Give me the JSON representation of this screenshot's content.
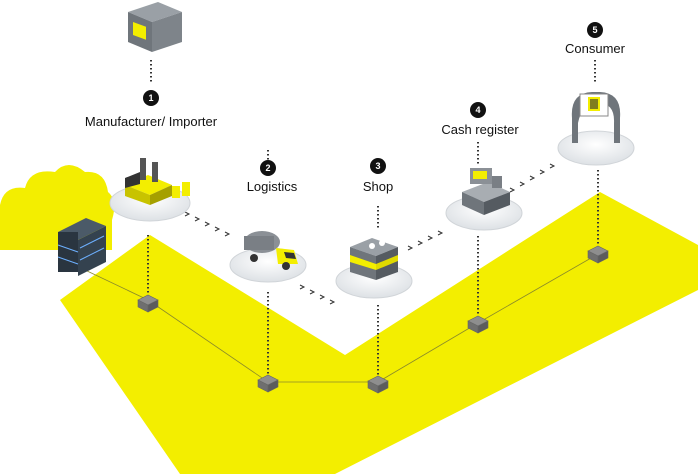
{
  "steps": [
    {
      "number": "1",
      "label": "Manufacturer/ Importer",
      "icon": "factory-icon"
    },
    {
      "number": "2",
      "label": "Logistics",
      "icon": "tanker-truck-icon"
    },
    {
      "number": "3",
      "label": "Shop",
      "icon": "shop-icon"
    },
    {
      "number": "4",
      "label": "Cash register",
      "icon": "cash-register-icon"
    },
    {
      "number": "5",
      "label": "Consumer",
      "icon": "smartphone-qr-icon"
    }
  ],
  "colors": {
    "yellow": "#f3ee00",
    "badge": "#111111",
    "platform": "#eef0f2",
    "node": "#8e8e8e"
  },
  "extra_icons": [
    "cardboard-box-qr-icon",
    "cloud-icon",
    "server-stack-icon"
  ]
}
